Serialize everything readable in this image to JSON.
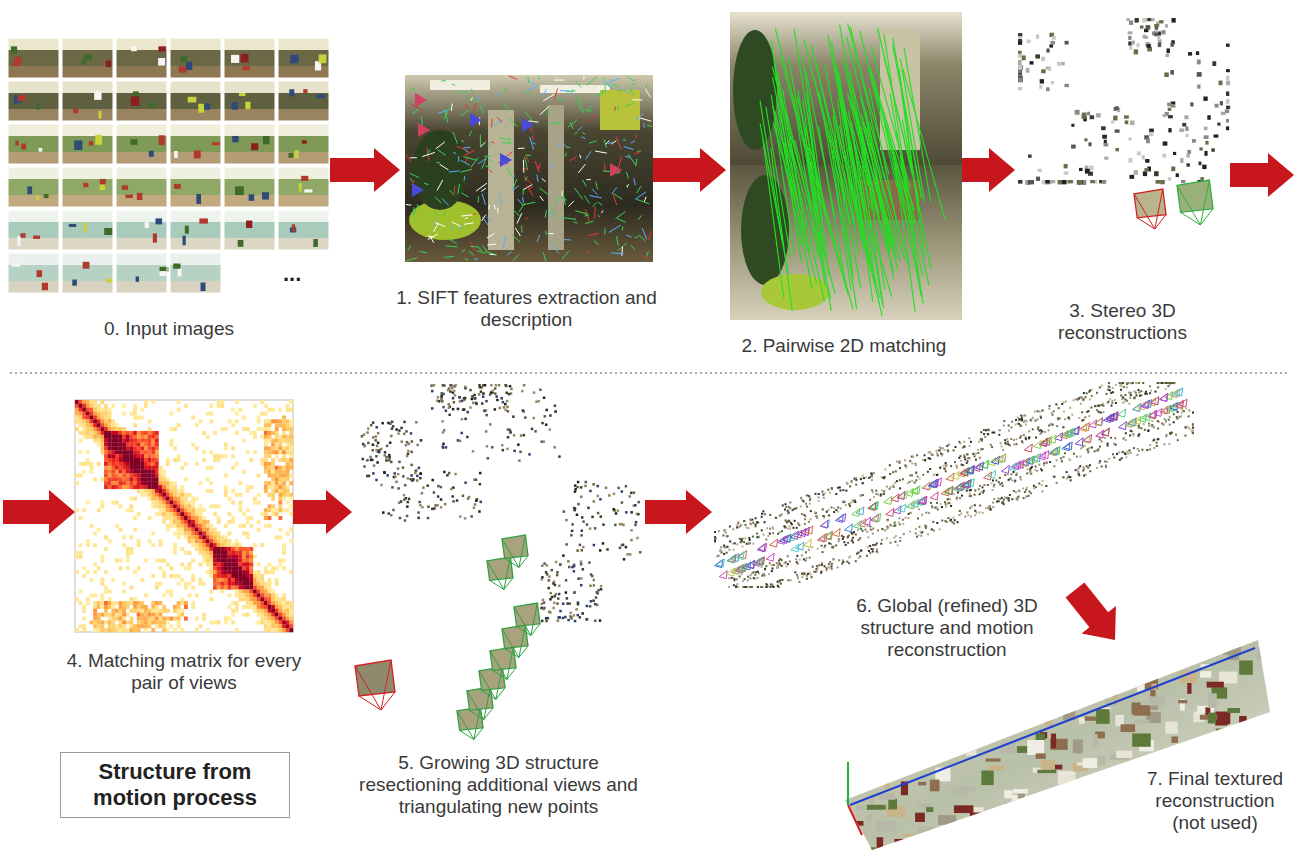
{
  "diagram": {
    "nodes": [
      {
        "text": [
          "0. Input images"
        ]
      },
      {
        "text": [
          "1. SIFT features extraction and description"
        ]
      },
      {
        "text": [
          "2. Pairwise 2D matching"
        ]
      },
      {
        "text": [
          "3. Stereo 3D reconstructions"
        ]
      },
      {
        "text": [
          "4. Matching matrix for every pair of views"
        ]
      },
      {
        "text": [
          "5. Growing 3D structure resectioning additional views and triangulating new points"
        ]
      },
      {
        "text": [
          "6. Global (refined) 3D structure and motion reconstruction"
        ]
      },
      {
        "text": [
          "7. Final textured reconstruction (not used)"
        ]
      },
      {
        "text": [
          "Structure from motion process"
        ]
      }
    ],
    "edges": [
      {
        "from": 0,
        "to": 1,
        "arrow": "to"
      },
      {
        "from": 1,
        "to": 2,
        "arrow": "to"
      },
      {
        "from": 2,
        "to": 3,
        "arrow": "to"
      },
      {
        "from": 3,
        "to": 4,
        "arrow": "to"
      },
      {
        "from": 4,
        "to": 5,
        "arrow": "to"
      },
      {
        "from": 5,
        "to": 6,
        "arrow": "to"
      },
      {
        "from": 6,
        "to": 7,
        "arrow": "to"
      }
    ],
    "labels": [
      "..."
    ]
  }
}
